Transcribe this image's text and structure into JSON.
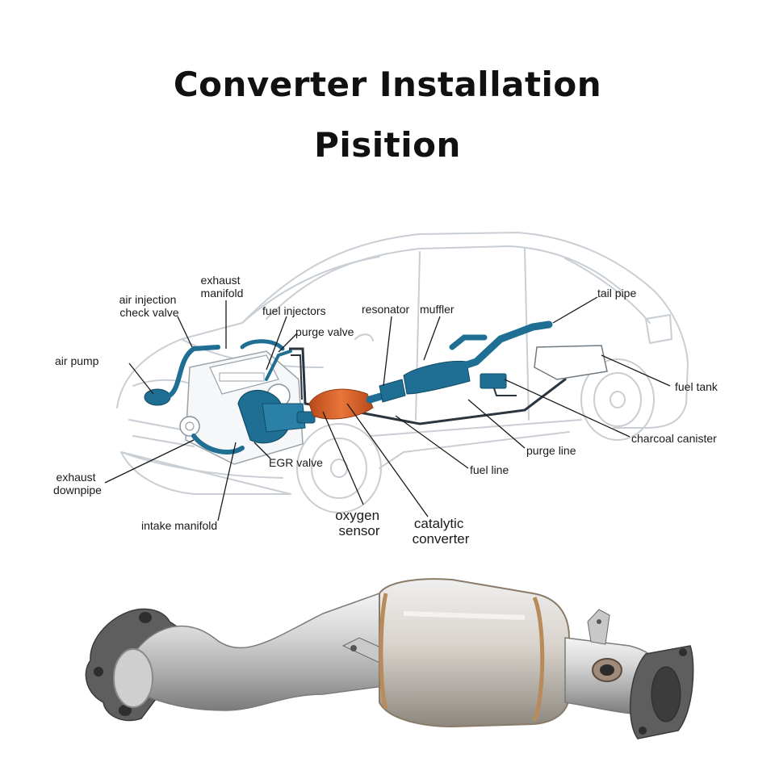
{
  "title": {
    "line1": "Converter Installation",
    "line2": "Pisition"
  },
  "labels": {
    "exhaust_manifold": [
      "exhaust",
      "manifold"
    ],
    "air_injection_check_valve": [
      "air injection",
      "check valve"
    ],
    "fuel_injectors": "fuel injectors",
    "purge_valve": "purge valve",
    "resonator": "resonator",
    "muffler": "muffler",
    "tail_pipe": "tail pipe",
    "air_pump": "air pump",
    "fuel_tank": "fuel tank",
    "charcoal_canister": "charcoal canister",
    "purge_line": "purge line",
    "egr_valve": "EGR valve",
    "exhaust_downpipe": [
      "exhaust",
      "downpipe"
    ],
    "fuel_line": "fuel line",
    "intake_manifold": "intake manifold",
    "oxygen_sensor": [
      "oxygen",
      "sensor"
    ],
    "catalytic_converter": [
      "catalytic",
      "converter"
    ]
  },
  "colors": {
    "component_blue": "#1f6e93",
    "converter_orange": "#d9642a",
    "car_outline": "#c8ced3",
    "leader_line": "#1a1a1a"
  }
}
